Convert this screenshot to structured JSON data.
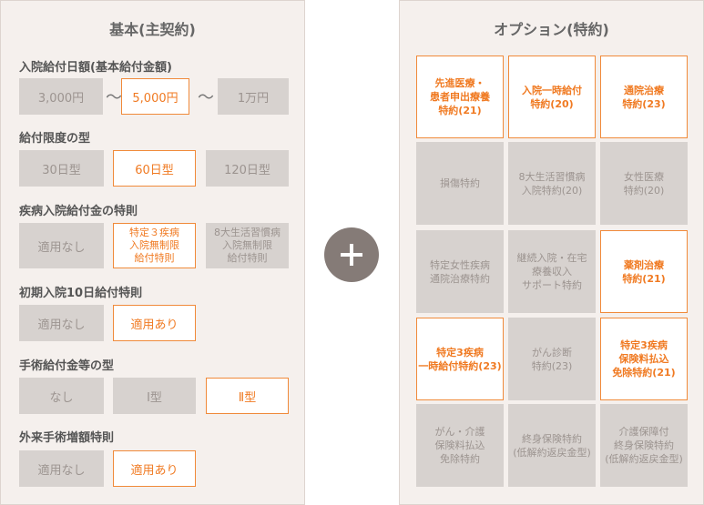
{
  "basic": {
    "title": "基本(主契約)",
    "daily": {
      "label": "入院給付日額(基本給付金額)",
      "options": [
        "3,000円",
        "5,000円",
        "1万円"
      ],
      "selected": 1,
      "separator": "〜"
    },
    "limit": {
      "label": "給付限度の型",
      "options": [
        "30日型",
        "60日型",
        "120日型"
      ],
      "selected": 1
    },
    "disease": {
      "label": "疾病入院給付金の特則",
      "options": [
        "適用なし",
        "特定３疾病\n入院無制限\n給付特則",
        "8大生活習慣病\n入院無制限\n給付特則"
      ],
      "selected": 1
    },
    "initial": {
      "label": "初期入院10日給付特則",
      "options": [
        "適用なし",
        "適用あり"
      ],
      "selected": 1
    },
    "surgery": {
      "label": "手術給付金等の型",
      "options": [
        "なし",
        "Ⅰ型",
        "Ⅱ型"
      ],
      "selected": 2
    },
    "outpatient": {
      "label": "外来手術増額特則",
      "options": [
        "適用なし",
        "適用あり"
      ],
      "selected": 1
    }
  },
  "options_panel": {
    "title": "オプション(特約)",
    "items": [
      {
        "label": "先進医療・\n患者申出療養\n特約(21)",
        "active": true
      },
      {
        "label": "入院一時給付\n特約(20)",
        "active": true
      },
      {
        "label": "通院治療\n特約(23)",
        "active": true
      },
      {
        "label": "損傷特約",
        "active": false
      },
      {
        "label": "8大生活習慣病\n入院特約(20)",
        "active": false
      },
      {
        "label": "女性医療\n特約(20)",
        "active": false
      },
      {
        "label": "特定女性疾病\n通院治療特約",
        "active": false
      },
      {
        "label": "継続入院・在宅\n療養収入\nサポート特約",
        "active": false
      },
      {
        "label": "薬剤治療\n特約(21)",
        "active": true
      },
      {
        "label": "特定3疾病\n一時給付特約(23)",
        "active": true
      },
      {
        "label": "がん診断\n特約(23)",
        "active": false
      },
      {
        "label": "特定3疾病\n保険料払込\n免除特約(21)",
        "active": true
      },
      {
        "label": "がん・介護\n保険料払込\n免除特約",
        "active": false
      },
      {
        "label": "終身保険特約\n(低解約返戻金型)",
        "active": false
      },
      {
        "label": "介護保障付\n終身保険特約\n(低解約返戻金型)",
        "active": false
      }
    ]
  },
  "plus_icon": "plus-icon",
  "colors": {
    "accent": "#f07a22",
    "inactive_bg": "#d7d2cf",
    "panel_bg": "#f5f0ed",
    "plus_bg": "#857b77"
  }
}
